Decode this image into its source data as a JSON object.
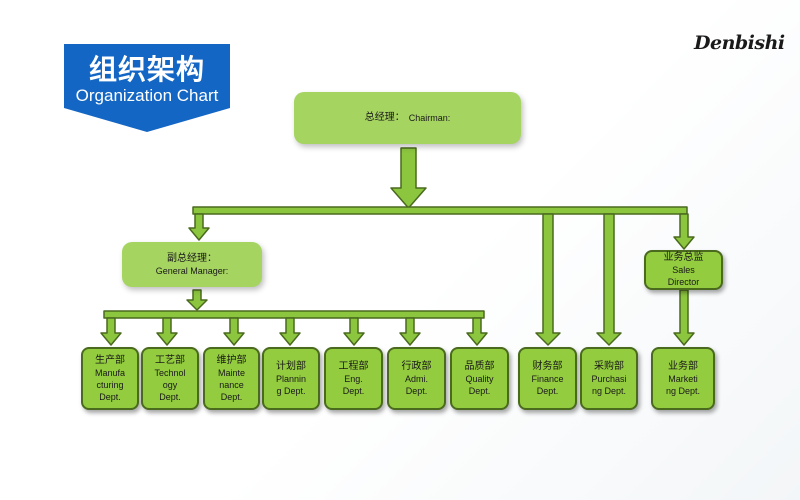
{
  "title": {
    "cn": "组织架构",
    "en": "Organization Chart"
  },
  "logo": "Denbishi",
  "chairman": {
    "cn": "总经理：",
    "en": "Chairman:"
  },
  "general_manager": {
    "cn": "副总经理：",
    "en": "General Manager:"
  },
  "sales_director": {
    "cn": "业务总监",
    "en": "Sales\nDirector"
  },
  "departments": [
    {
      "cn": "生产部",
      "en": "Manufa\ncturing\nDept."
    },
    {
      "cn": "工艺部",
      "en": "Technol\nogy\nDept."
    },
    {
      "cn": "维护部",
      "en": "Mainte\nnance\nDept."
    },
    {
      "cn": "计划部",
      "en": "Plannin\ng Dept."
    },
    {
      "cn": "工程部",
      "en": "Eng.\nDept."
    },
    {
      "cn": "行政部",
      "en": "Admi.\nDept."
    },
    {
      "cn": "品质部",
      "en": "Quality\nDept."
    },
    {
      "cn": "财务部",
      "en": "Finance\nDept."
    },
    {
      "cn": "采购部",
      "en": "Purchasi\nng Dept."
    },
    {
      "cn": "业务部",
      "en": "Marketi\nng Dept."
    }
  ],
  "colors": {
    "banner": "#1565c0",
    "node": "#93cc3e",
    "connector": "#8cc63f",
    "connector_edge": "#4a6a1e"
  }
}
